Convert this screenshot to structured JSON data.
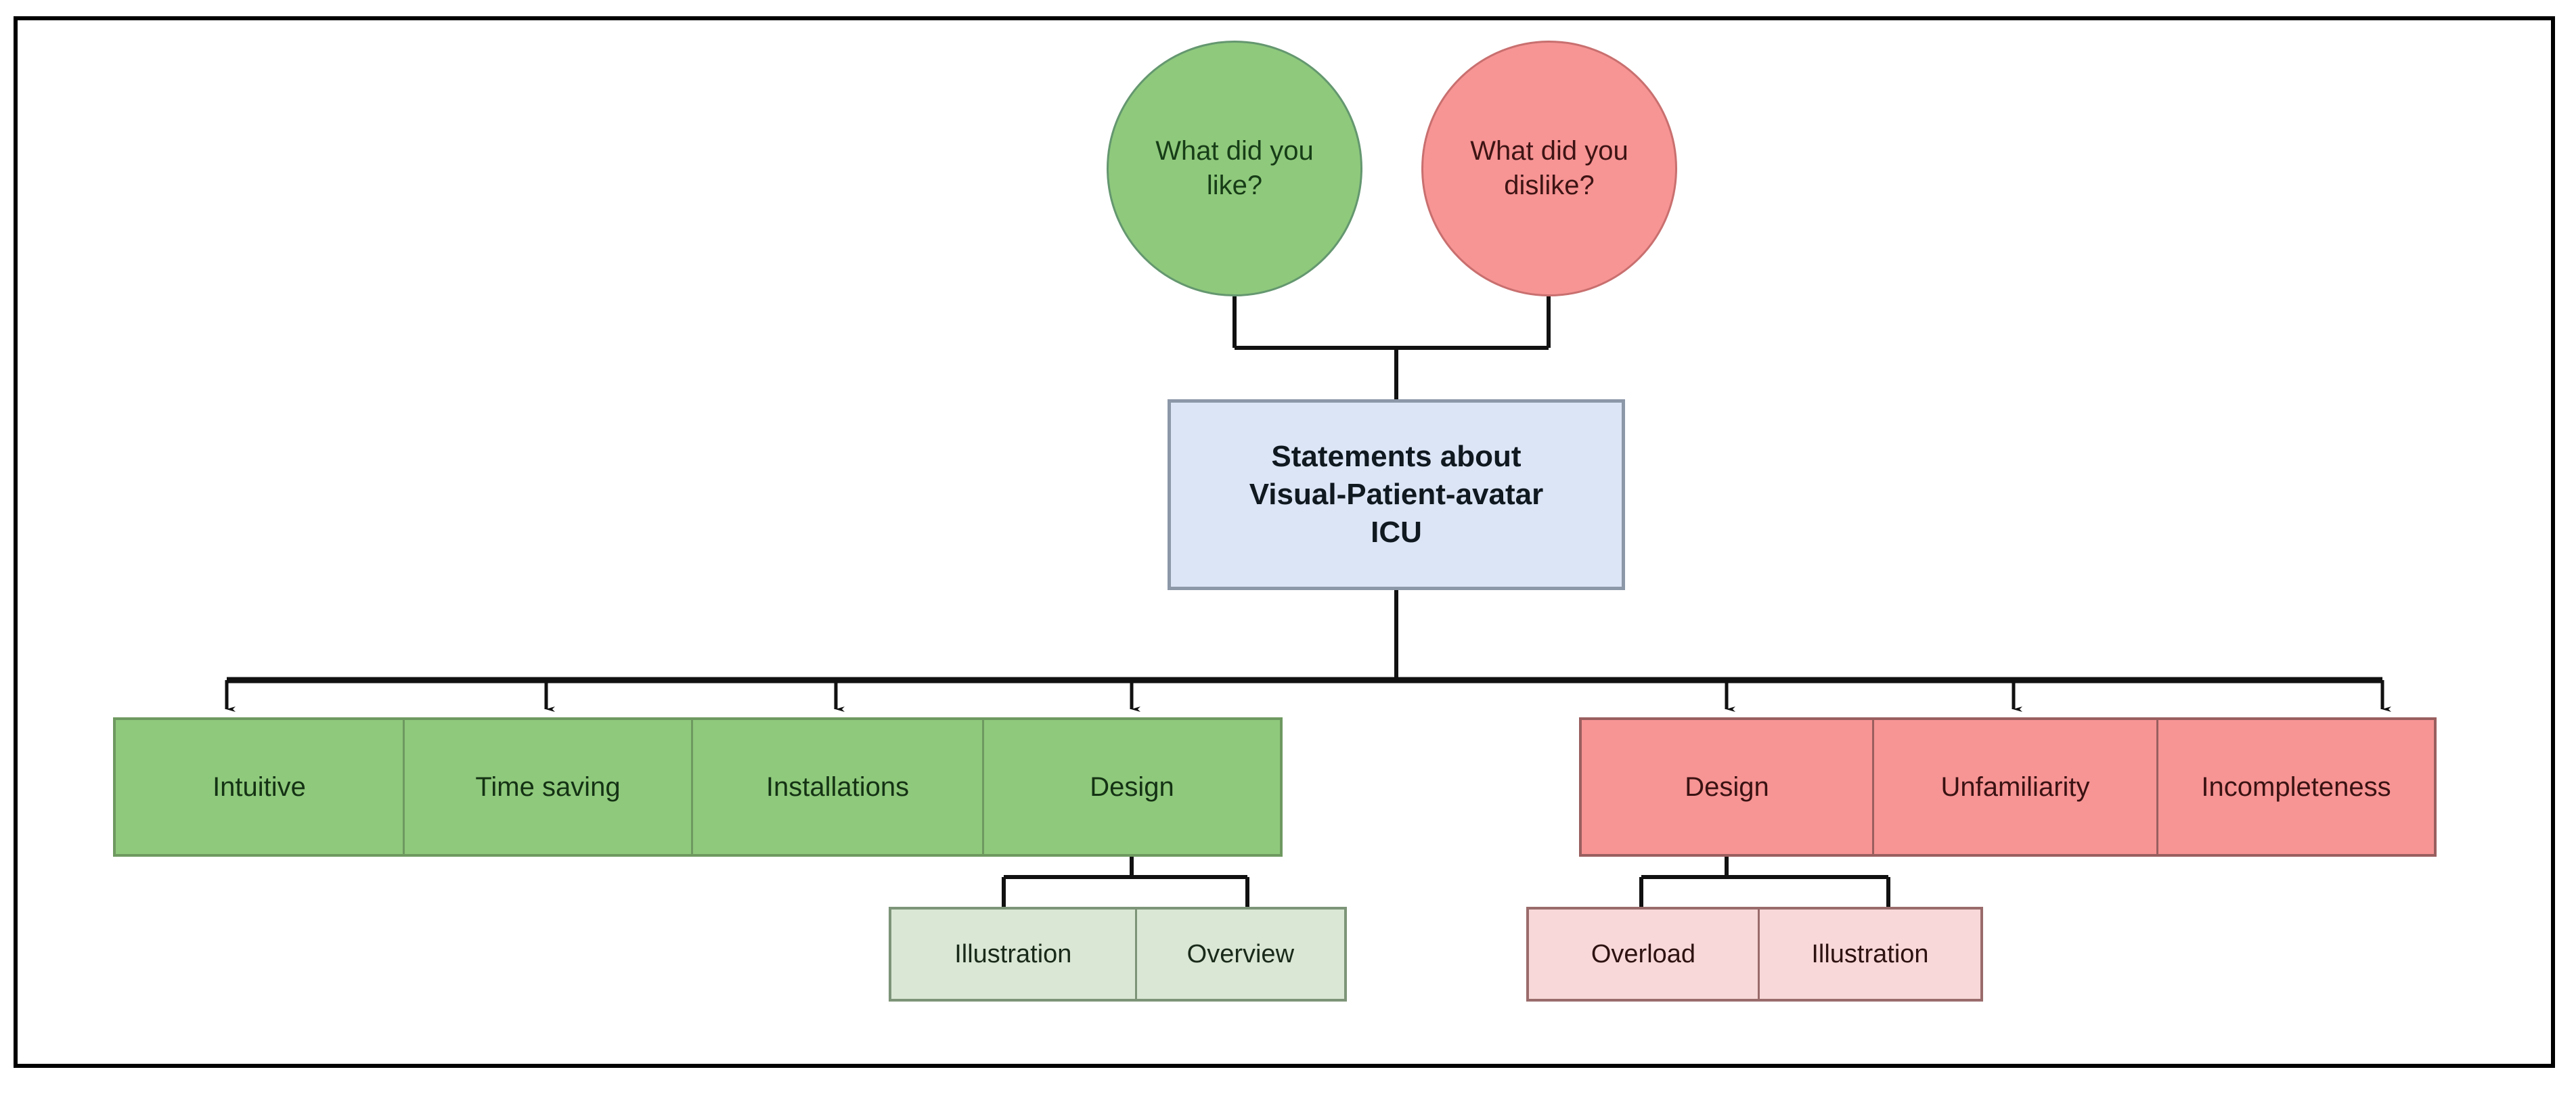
{
  "diagram": {
    "title_root": "Statements about Visual-Patient-avatar ICU",
    "questions": [
      {
        "id": "like",
        "label": "What did you like?",
        "fill": "#8FC97C",
        "stroke": "#64976F"
      },
      {
        "id": "dislike",
        "label": "What did you dislike?",
        "fill": "#F79494",
        "stroke": "#C96F6F"
      }
    ],
    "root": {
      "line1": "Statements about",
      "line2": "Visual-Patient-avatar",
      "line3": "ICU",
      "fill": "#DBE5F5",
      "stroke": "#8C97A8"
    },
    "like_categories": [
      {
        "label": "Intuitive"
      },
      {
        "label": "Time saving"
      },
      {
        "label": "Installations"
      },
      {
        "label": "Design"
      }
    ],
    "dislike_categories": [
      {
        "label": "Design"
      },
      {
        "label": "Unfamiliarity"
      },
      {
        "label": "Incompleteness"
      }
    ],
    "like_design_subcategories": [
      {
        "label": "Illustration"
      },
      {
        "label": "Overview"
      }
    ],
    "dislike_design_subcategories": [
      {
        "label": "Overload"
      },
      {
        "label": "Illustration"
      }
    ],
    "colors": {
      "like_fill": "#8FC97C",
      "like_stroke": "#6E9960",
      "dislike_fill": "#F79494",
      "dislike_stroke": "#9A5F5F",
      "like_sub_fill": "#D9E7D4",
      "like_sub_stroke": "#7D9478",
      "dislike_sub_fill": "#F8D8D8",
      "dislike_sub_stroke": "#9A6B6B",
      "root_fill": "#DBE5F5",
      "root_stroke": "#8C97A8",
      "connector": "#000000",
      "frame": "#000000"
    }
  }
}
